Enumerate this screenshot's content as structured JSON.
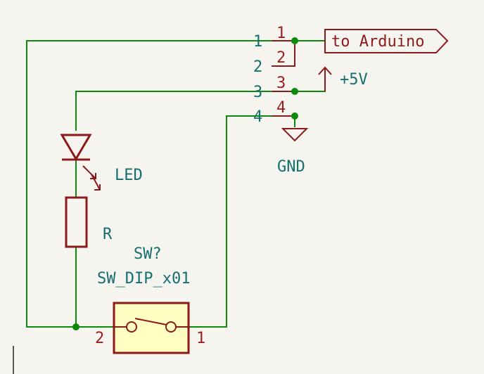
{
  "connector": {
    "pin_names": [
      "1",
      "2",
      "3",
      "4"
    ],
    "pin_numbers": [
      "1",
      "2",
      "3",
      "4"
    ]
  },
  "global_label": "to Arduino",
  "power": {
    "vcc": "+5V",
    "gnd": "GND"
  },
  "led": {
    "value": "LED"
  },
  "resistor": {
    "value": "R"
  },
  "switch": {
    "reference": "SW?",
    "value": "SW_DIP_x01",
    "pin_left": "2",
    "pin_right": "1"
  },
  "colors": {
    "wire": "#0b8a0b",
    "symbol": "#8b1a1a",
    "field_text": "#156f6f",
    "switch_fill": "#ffffc2",
    "background": "#f5f4ef"
  }
}
